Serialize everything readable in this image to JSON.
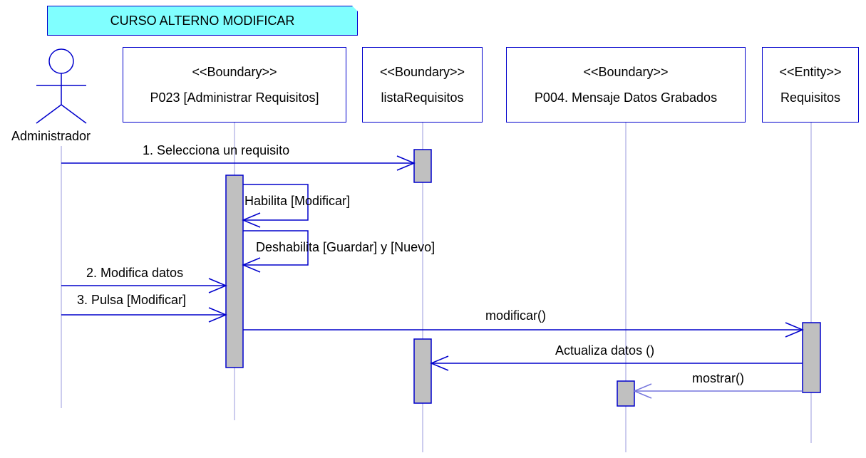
{
  "note": {
    "text": "CURSO ALTERNO MODIFICAR"
  },
  "actor": {
    "name": "Administrador"
  },
  "objects": [
    {
      "stereotype": "<<Boundary>>",
      "name": "P023 [Administrar Requisitos]"
    },
    {
      "stereotype": "<<Boundary>>",
      "name": "listaRequisitos"
    },
    {
      "stereotype": "<<Boundary>>",
      "name": "P004. Mensaje Datos Grabados"
    },
    {
      "stereotype": "<<Entity>>",
      "name": "Requisitos"
    }
  ],
  "messages": [
    {
      "label": "1. Selecciona un requisito"
    },
    {
      "label": "Habilita [Modificar]"
    },
    {
      "label": "Deshabilita [Guardar] y [Nuevo]"
    },
    {
      "label": "2. Modifica datos"
    },
    {
      "label": "3. Pulsa [Modificar]"
    },
    {
      "label": "modificar()"
    },
    {
      "label": "Actualiza datos ()"
    },
    {
      "label": "mostrar()"
    }
  ],
  "colors": {
    "line": "#0000cc",
    "lifeline": "#9999dd",
    "activation_fill": "#c0c0c0",
    "note_fill": "#80ffff"
  }
}
